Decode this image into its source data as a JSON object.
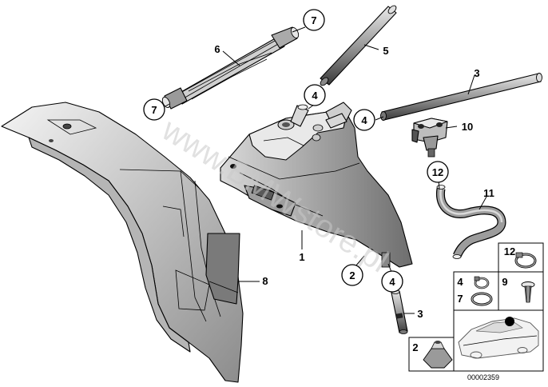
{
  "callouts": {
    "c7_top": "7",
    "c7_left": "7",
    "c4_top": "4",
    "c4_right": "4",
    "c12": "12",
    "c2": "2",
    "c4_bottom": "4"
  },
  "labels": {
    "l6": "6",
    "l5": "5",
    "l3_top": "3",
    "l10": "10",
    "l11": "11",
    "l1": "1",
    "l8": "8",
    "l3_bottom": "3"
  },
  "inset": {
    "box_12": "12",
    "box_4": "4",
    "box_7": "7",
    "box_9": "9",
    "box_2": "2"
  },
  "watermark": "www.BMWstore.pl",
  "reference_number": "00002359"
}
